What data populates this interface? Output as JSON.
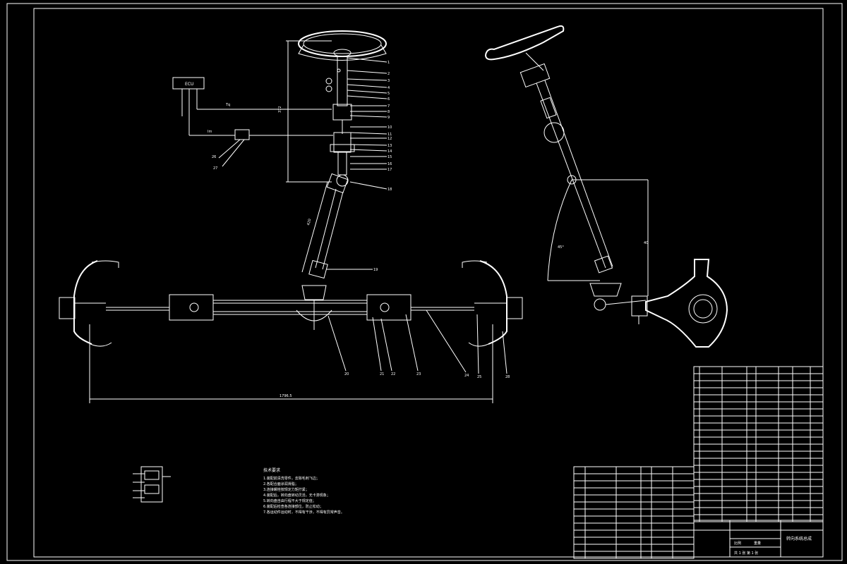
{
  "drawing": {
    "ecu_label": "ECU",
    "title_block_title": "转向系统总成",
    "tech_requirements_title": "技术要求",
    "tech_requirements": [
      "1.装配前清洗零件，去除毛刺飞边；",
      "2.各配合面涂润滑脂；",
      "3.连接螺栓按规定力矩拧紧；",
      "4.装配后，转向盘转动灵活，无卡滞现象；",
      "5.转向盘自由行程不大于规定值；",
      "6.装配后检查各连接部位，防止松动；",
      "7.各运动件运动时，不得有干涉，不得有异常声音。"
    ],
    "overall_width_dim": "1796.5",
    "column_dim": "372",
    "shaft_dim": "420",
    "angle_dim": "45°",
    "height_dim": "40",
    "signal_label_1": "Tq",
    "signal_label_2": "Im",
    "sheet_text": "共 1 张 第 1 张",
    "scale_label": "比例",
    "weight_label": "重量"
  },
  "part_numbers": [
    "1",
    "2",
    "3",
    "4",
    "5",
    "6",
    "7",
    "8",
    "9",
    "10",
    "11",
    "12",
    "13",
    "14",
    "15",
    "16",
    "17",
    "18",
    "19",
    "20",
    "21",
    "22",
    "23",
    "24",
    "25",
    "26",
    "27",
    "28"
  ]
}
